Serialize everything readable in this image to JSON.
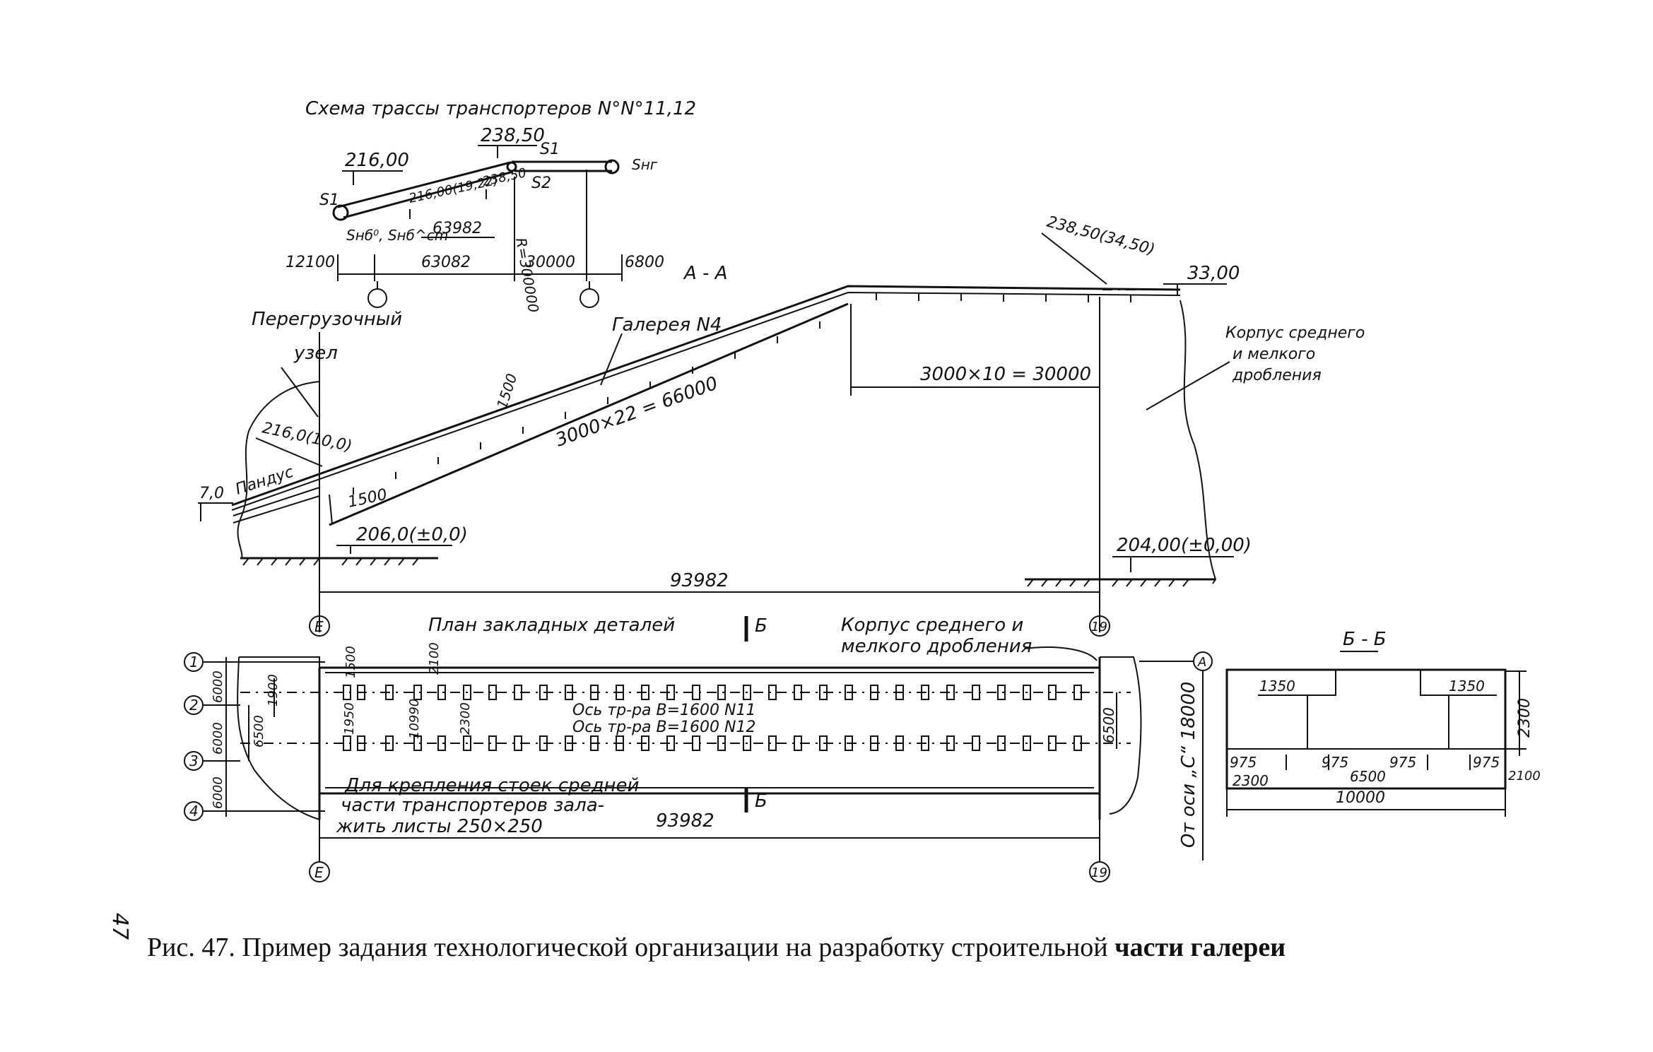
{
  "scheme": {
    "title": "Схема трассы транспортеров N°N°11,12",
    "elev_top": "238,50",
    "elev_left": "216,00",
    "s1_top": "S1",
    "s1_left": "S1",
    "s2": "S2",
    "s_right": "Sнг",
    "s_bottom": "Sнб⁰, Sнб^cm",
    "small_elev_a": "216,00(19,22)",
    "small_elev_b": "238,50",
    "radius": "R=300000",
    "dim_inner": "63982",
    "dim_12100": "12100",
    "dim_63082": "63082",
    "dim_30000": "30000",
    "dim_6800": "6800"
  },
  "section_aa": {
    "label": "А - А",
    "transfer_node_1": "Перегрузочный",
    "transfer_node_2": "узел",
    "gallery": "Галерея N4",
    "dim_slope": "3000×22 = 66000",
    "dim_horizontal": "3000×10 = 30000",
    "height_1500_top": "1500",
    "height_1500_bottom": "1500",
    "ramp": "Пандус",
    "elev_7": "7,0",
    "elev_216": "216,0(10,0)",
    "elev_206": "206,0(±0,0)",
    "elev_238": "238,50(34,50)",
    "elev_33": "33,00",
    "elev_204": "204,00(±0,00)",
    "building_1": "Корпус среднего",
    "building_2": "и мелкого",
    "building_3": "дробления",
    "dim_total": "93982"
  },
  "plan": {
    "title": "План закладных деталей",
    "section_mark_top": "Б",
    "section_mark_bottom": "Б",
    "building_1": "Корпус среднего и",
    "building_2": "мелкого дробления",
    "axis_e_top": "Е",
    "axis_19_top": "19",
    "axis_e_bottom": "Е",
    "axis_19_bottom": "19",
    "axis_1": "1",
    "axis_2": "2",
    "axis_3": "3",
    "axis_4": "4",
    "axis_a": "А",
    "dim_6000_a": "6000",
    "dim_6000_b": "6000",
    "dim_6000_c": "6000",
    "dim_6500_left": "6500",
    "dim_6500_right": "6500",
    "dim_1900": "1900",
    "dim_1500": "1500",
    "dim_2100": "2100",
    "dim_1950": "1950",
    "dim_10990": "10990",
    "dim_2300": "2300",
    "conveyor_11": "Ось тр-ра  В=1600 N11",
    "conveyor_12": "Ось тр-ра  В=1600 N12",
    "note_1": "Для крепления стоек средней",
    "note_2": "части транспортеров зала-",
    "note_3": "жить листы 250×250",
    "dim_total": "93982",
    "from_axis": "От оси „С“ 18000"
  },
  "section_bb": {
    "label": "Б - Б",
    "dim_1350_left": "1350",
    "dim_1350_right": "1350",
    "dim_2300_right": "2300",
    "dim_975_a": "975",
    "dim_975_b": "975",
    "dim_975_c": "975",
    "dim_975_d": "975",
    "dim_2300_bottom": "2300",
    "dim_6500": "6500",
    "dim_2100": "2100",
    "dim_10000": "10000"
  },
  "page_number": "47",
  "caption_regular": "Рис. 47. Пример задания технологической организации на разработку  строительной",
  "caption_bold": "части галереи"
}
